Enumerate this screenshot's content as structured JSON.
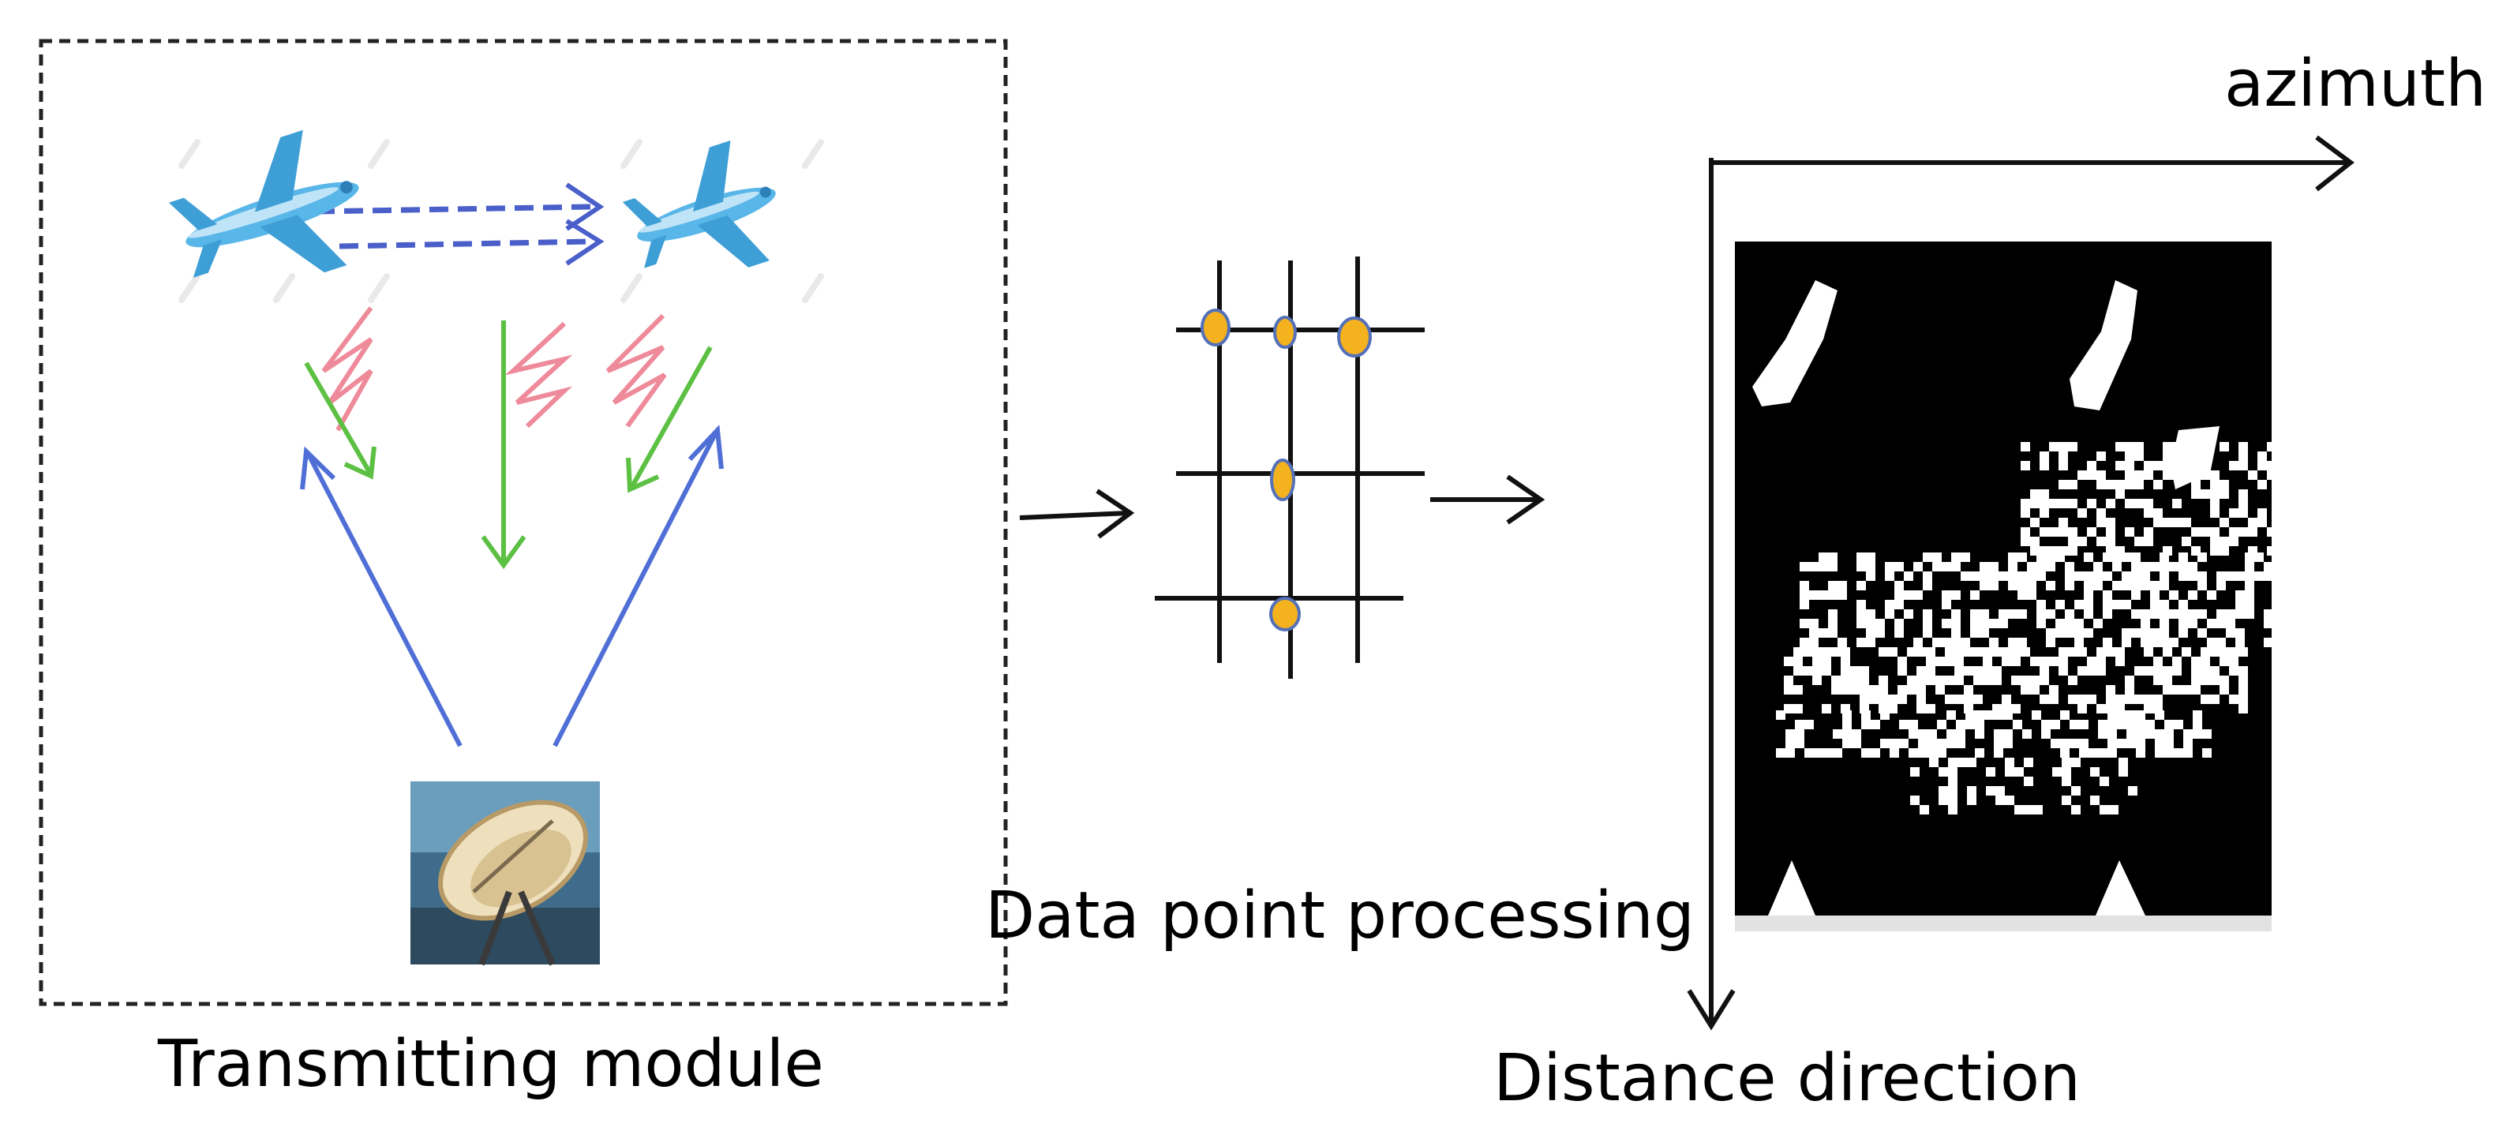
{
  "labels": {
    "transmitting_module": "Transmitting module",
    "data_point_processing": "Data point processing",
    "azimuth": "azimuth",
    "distance_direction": "Distance direction"
  },
  "icons": {
    "aircraft": "airplane-icon",
    "antenna": "radar-dish-icon"
  },
  "colors": {
    "transmit_signal": "#4f6fd6",
    "echo_signal": "#5cc043",
    "scatter_signal": "#ee8a9a",
    "aircraft": "#59b6e8",
    "flight_path": "#4a5fc9",
    "grid_point": "#f5b21f",
    "grid_point_border": "#5470b8",
    "sar_background": "#000000",
    "sar_foreground": "#ffffff"
  }
}
